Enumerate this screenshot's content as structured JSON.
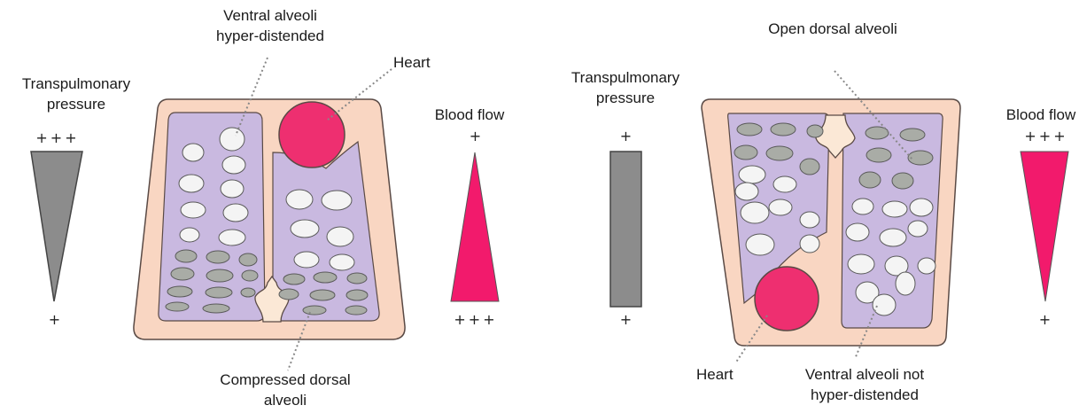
{
  "left_panel": {
    "pressure_label": [
      "Transpulmonary",
      "pressure"
    ],
    "pressure_top_marks": "+++",
    "pressure_bottom_marks": "+",
    "ventral_label": [
      "Ventral alveoli",
      "hyper-distended"
    ],
    "heart_label": "Heart",
    "compressed_label": [
      "Compressed dorsal",
      "alveoli"
    ],
    "blood_flow_label": "Blood flow",
    "blood_top_marks": "+",
    "blood_bottom_marks": "+++"
  },
  "right_panel": {
    "pressure_label": [
      "Transpulmonary",
      "pressure"
    ],
    "pressure_top_marks": "+",
    "pressure_bottom_marks": "+",
    "open_dorsal_label": "Open dorsal alveoli",
    "heart_label": "Heart",
    "ventral_label": [
      "Ventral alveoli not",
      "hyper-distended"
    ],
    "blood_flow_label": "Blood flow",
    "blood_top_marks": "+++",
    "blood_bottom_marks": "+"
  },
  "colors": {
    "chest_wall": "#f9d6c2",
    "chest_outline": "#5a4a45",
    "lung": "#c9b9e0",
    "open_alveolus": "#f4f4f4",
    "compressed_alveolus": "#a9aca6",
    "heart": "#ee2f70",
    "trachea": "#fbe8d6",
    "pressure_bar": "#8c8c8c",
    "blood_flow": "#f21a6c"
  }
}
